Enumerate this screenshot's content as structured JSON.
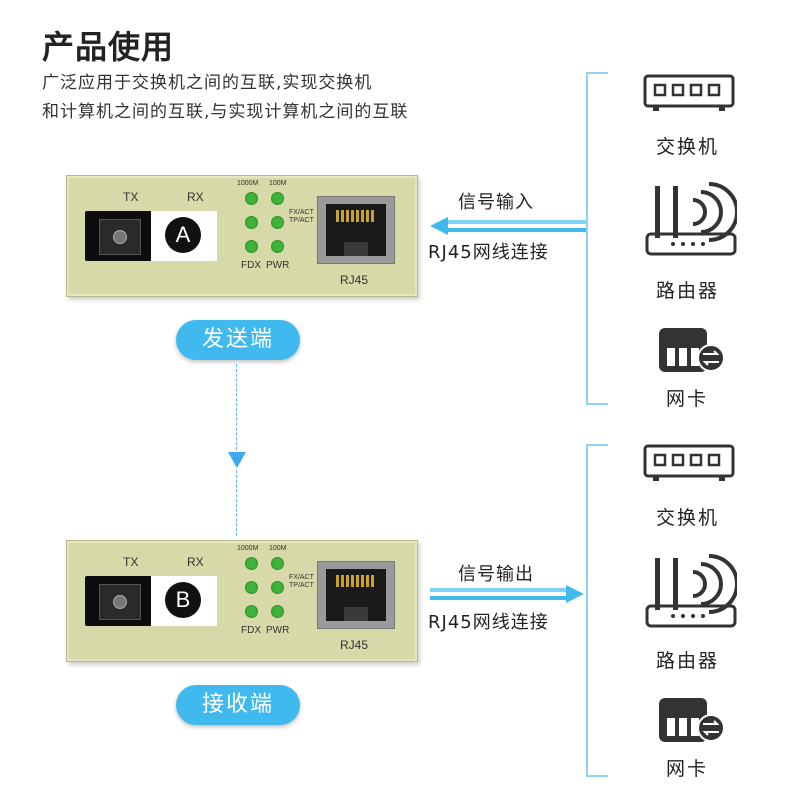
{
  "header": {
    "title": "产品使用",
    "desc_line1": "广泛应用于交换机之间的互联,实现交换机",
    "desc_line2": "和计算机之间的互联,与实现计算机之间的互联"
  },
  "devices": [
    {
      "id": "A",
      "tx_label": "TX",
      "rx_label": "RX",
      "badge": "A",
      "led_1000m": "1000M",
      "led_100m": "100M",
      "led_fxact": "FX/ACT",
      "led_tpact": "TP/ACT",
      "led_fdx": "FDX",
      "led_pwr": "PWR",
      "rj45_label": "RJ45",
      "pill": "发送端",
      "signal": "信号输入",
      "connection": "RJ45网线连接"
    },
    {
      "id": "B",
      "tx_label": "TX",
      "rx_label": "RX",
      "badge": "B",
      "led_1000m": "1000M",
      "led_100m": "100M",
      "led_fxact": "FX/ACT",
      "led_tpact": "TP/ACT",
      "led_fdx": "FDX",
      "led_pwr": "PWR",
      "rj45_label": "RJ45",
      "pill": "接收端",
      "signal": "信号输出",
      "connection": "RJ45网线连接"
    }
  ],
  "right_groups": [
    {
      "items": [
        {
          "label": "交换机",
          "icon": "switch-icon"
        },
        {
          "label": "路由器",
          "icon": "router-icon"
        },
        {
          "label": "网卡",
          "icon": "network-card-icon"
        }
      ]
    },
    {
      "items": [
        {
          "label": "交换机",
          "icon": "switch-icon"
        },
        {
          "label": "路由器",
          "icon": "router-icon"
        },
        {
          "label": "网卡",
          "icon": "network-card-icon"
        }
      ]
    }
  ],
  "colors": {
    "accent": "#3fb9ee",
    "device_body": "#d8d9a8",
    "led": "#3fb43a",
    "bracket": "#8fd3f2"
  }
}
